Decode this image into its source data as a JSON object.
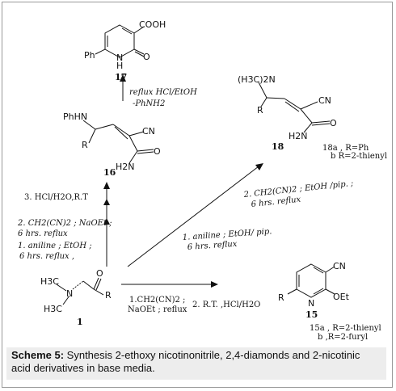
{
  "caption": {
    "label": "Scheme 5:",
    "text": "Synthesis 2-ethoxy nicotinonitrile, 2,4-diamonds and 2-nicotinic acid derivatives in base media."
  },
  "compounds": {
    "c1": {
      "number": "1",
      "labels": {
        "h3c_top": "H3C",
        "n": "N",
        "h3c_bottom": "H3C",
        "o": "O",
        "r": "R"
      }
    },
    "c16": {
      "number": "16",
      "labels": {
        "phhn": "PhHN",
        "r": "R",
        "cn": "CN",
        "h2n": "H2N",
        "o": "O"
      }
    },
    "c17": {
      "number": "17",
      "labels": {
        "cooh": "COOH",
        "ph": "Ph",
        "n": "N",
        "h": "H",
        "o": "O"
      }
    },
    "c18": {
      "number": "18",
      "labels": {
        "nme2": "(H3C)2N",
        "r": "R",
        "cn": "CN",
        "h2n": "H2N",
        "o": "O"
      },
      "variants": [
        "18a , R=Ph",
        "b  R=2-thienyl"
      ]
    },
    "c15": {
      "number": "15",
      "labels": {
        "cn": "CN",
        "r": "R",
        "n": "N",
        "oet": "OEt"
      },
      "variants": [
        "15a , R=2-thienyl",
        "b  ,R=2-furyl"
      ]
    }
  },
  "conditions": {
    "to17_line1": "reflux HCl/EtOH",
    "to17_line2": "-PhNH2",
    "step3": "3. HCl/H2O,R.T",
    "step2_line1": "2. CH2(CN)2 ; NaOEt ;",
    "step2_line2": "6 hrs. reflux",
    "step1_line1": "1. aniline ; EtOH ;",
    "step1_line2": "6 hrs. reflux ,",
    "to18_2_line1": "2. CH2(CN)2 ; EtOH /pip. ;",
    "to18_2_line2": "6 hrs. reflux",
    "to18_1_line1": "1. aniline ; EtOH/ pip.",
    "to18_1_line2": "6 hrs. reflux",
    "to15_1_line1": "1.CH2(CN)2 ;",
    "to15_1_line2": "NaOEt ; reflux",
    "to15_2": "2.  R.T. ,HCl/H2O"
  }
}
